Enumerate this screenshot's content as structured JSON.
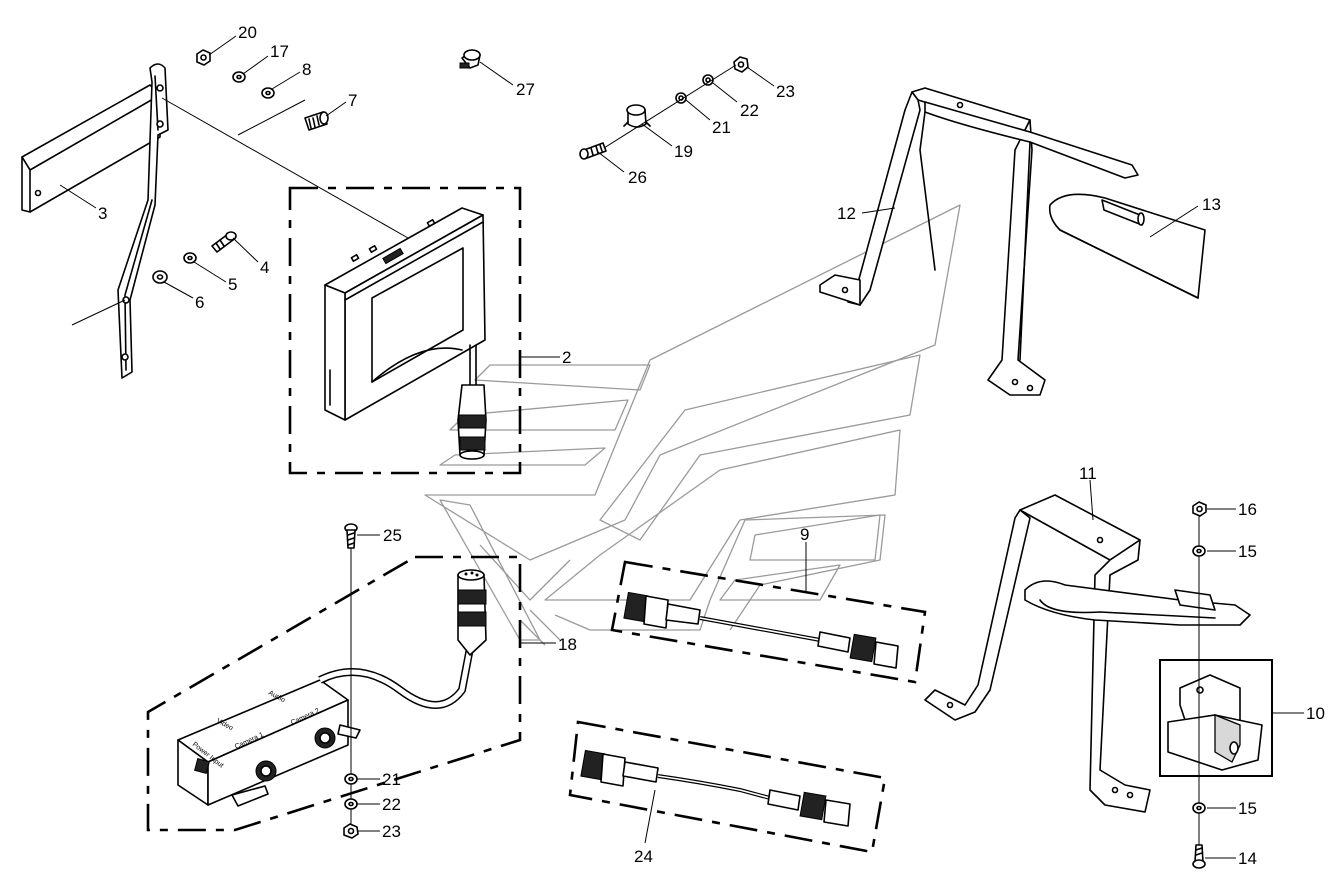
{
  "callouts": {
    "c2": "2",
    "c3": "3",
    "c4": "4",
    "c5": "5",
    "c6": "6",
    "c7": "7",
    "c8": "8",
    "c9": "9",
    "c10": "10",
    "c11": "11",
    "c12": "12",
    "c13": "13",
    "c14": "14",
    "c15a": "15",
    "c15b": "15",
    "c16": "16",
    "c17": "17",
    "c18": "18",
    "c19": "19",
    "c20": "20",
    "c21a": "21",
    "c21b": "21",
    "c22a": "22",
    "c22b": "22",
    "c23a": "23",
    "c23b": "23",
    "c24": "24",
    "c25": "25",
    "c26": "26",
    "c27": "27"
  },
  "control_box": {
    "video": "Video",
    "audio": "Audio",
    "camera1": "Camera 1",
    "camera2": "Camera 2",
    "power_input": "Power Input"
  }
}
